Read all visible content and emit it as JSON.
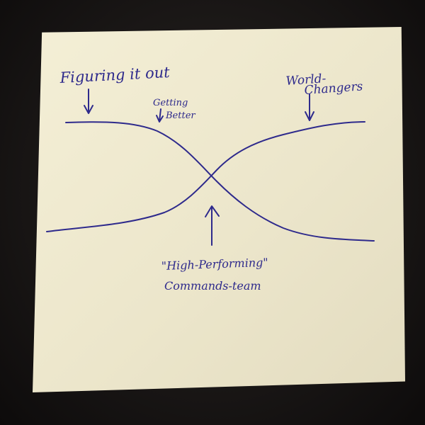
{
  "labels": {
    "figuring_it_out": "Figuring it out",
    "getting_better_line1": "Getting",
    "getting_better_line2": "Better",
    "world_changers_line1": "World-",
    "world_changers_line2": "Changers",
    "high_performing_line1": "\"High-Performing\"",
    "high_performing_line2": "Commands-team"
  },
  "colors": {
    "ink": "#2e2a8c",
    "note_paper": "#efe9cf",
    "background": "#161312"
  }
}
